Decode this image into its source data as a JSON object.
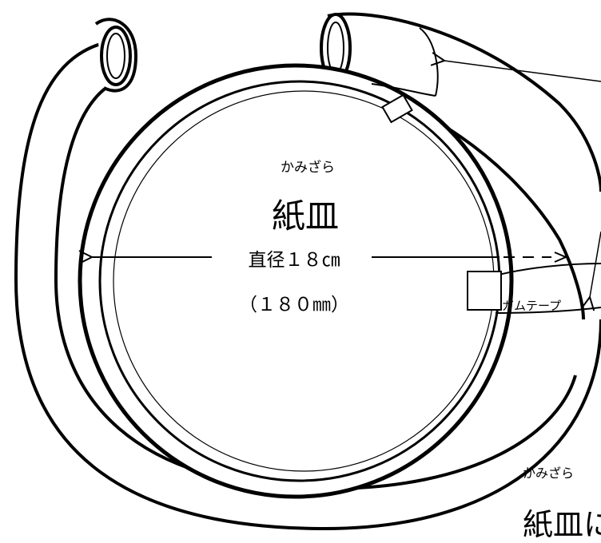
{
  "plate": {
    "ruby": "かみざら",
    "title": "紙皿",
    "diameter_label": "直径１８㎝",
    "diameter_mm_label": "（１８０㎜）"
  },
  "tape_label": "ガムテープ",
  "bottom": {
    "ruby": "かみざら",
    "text": "紙皿に"
  }
}
